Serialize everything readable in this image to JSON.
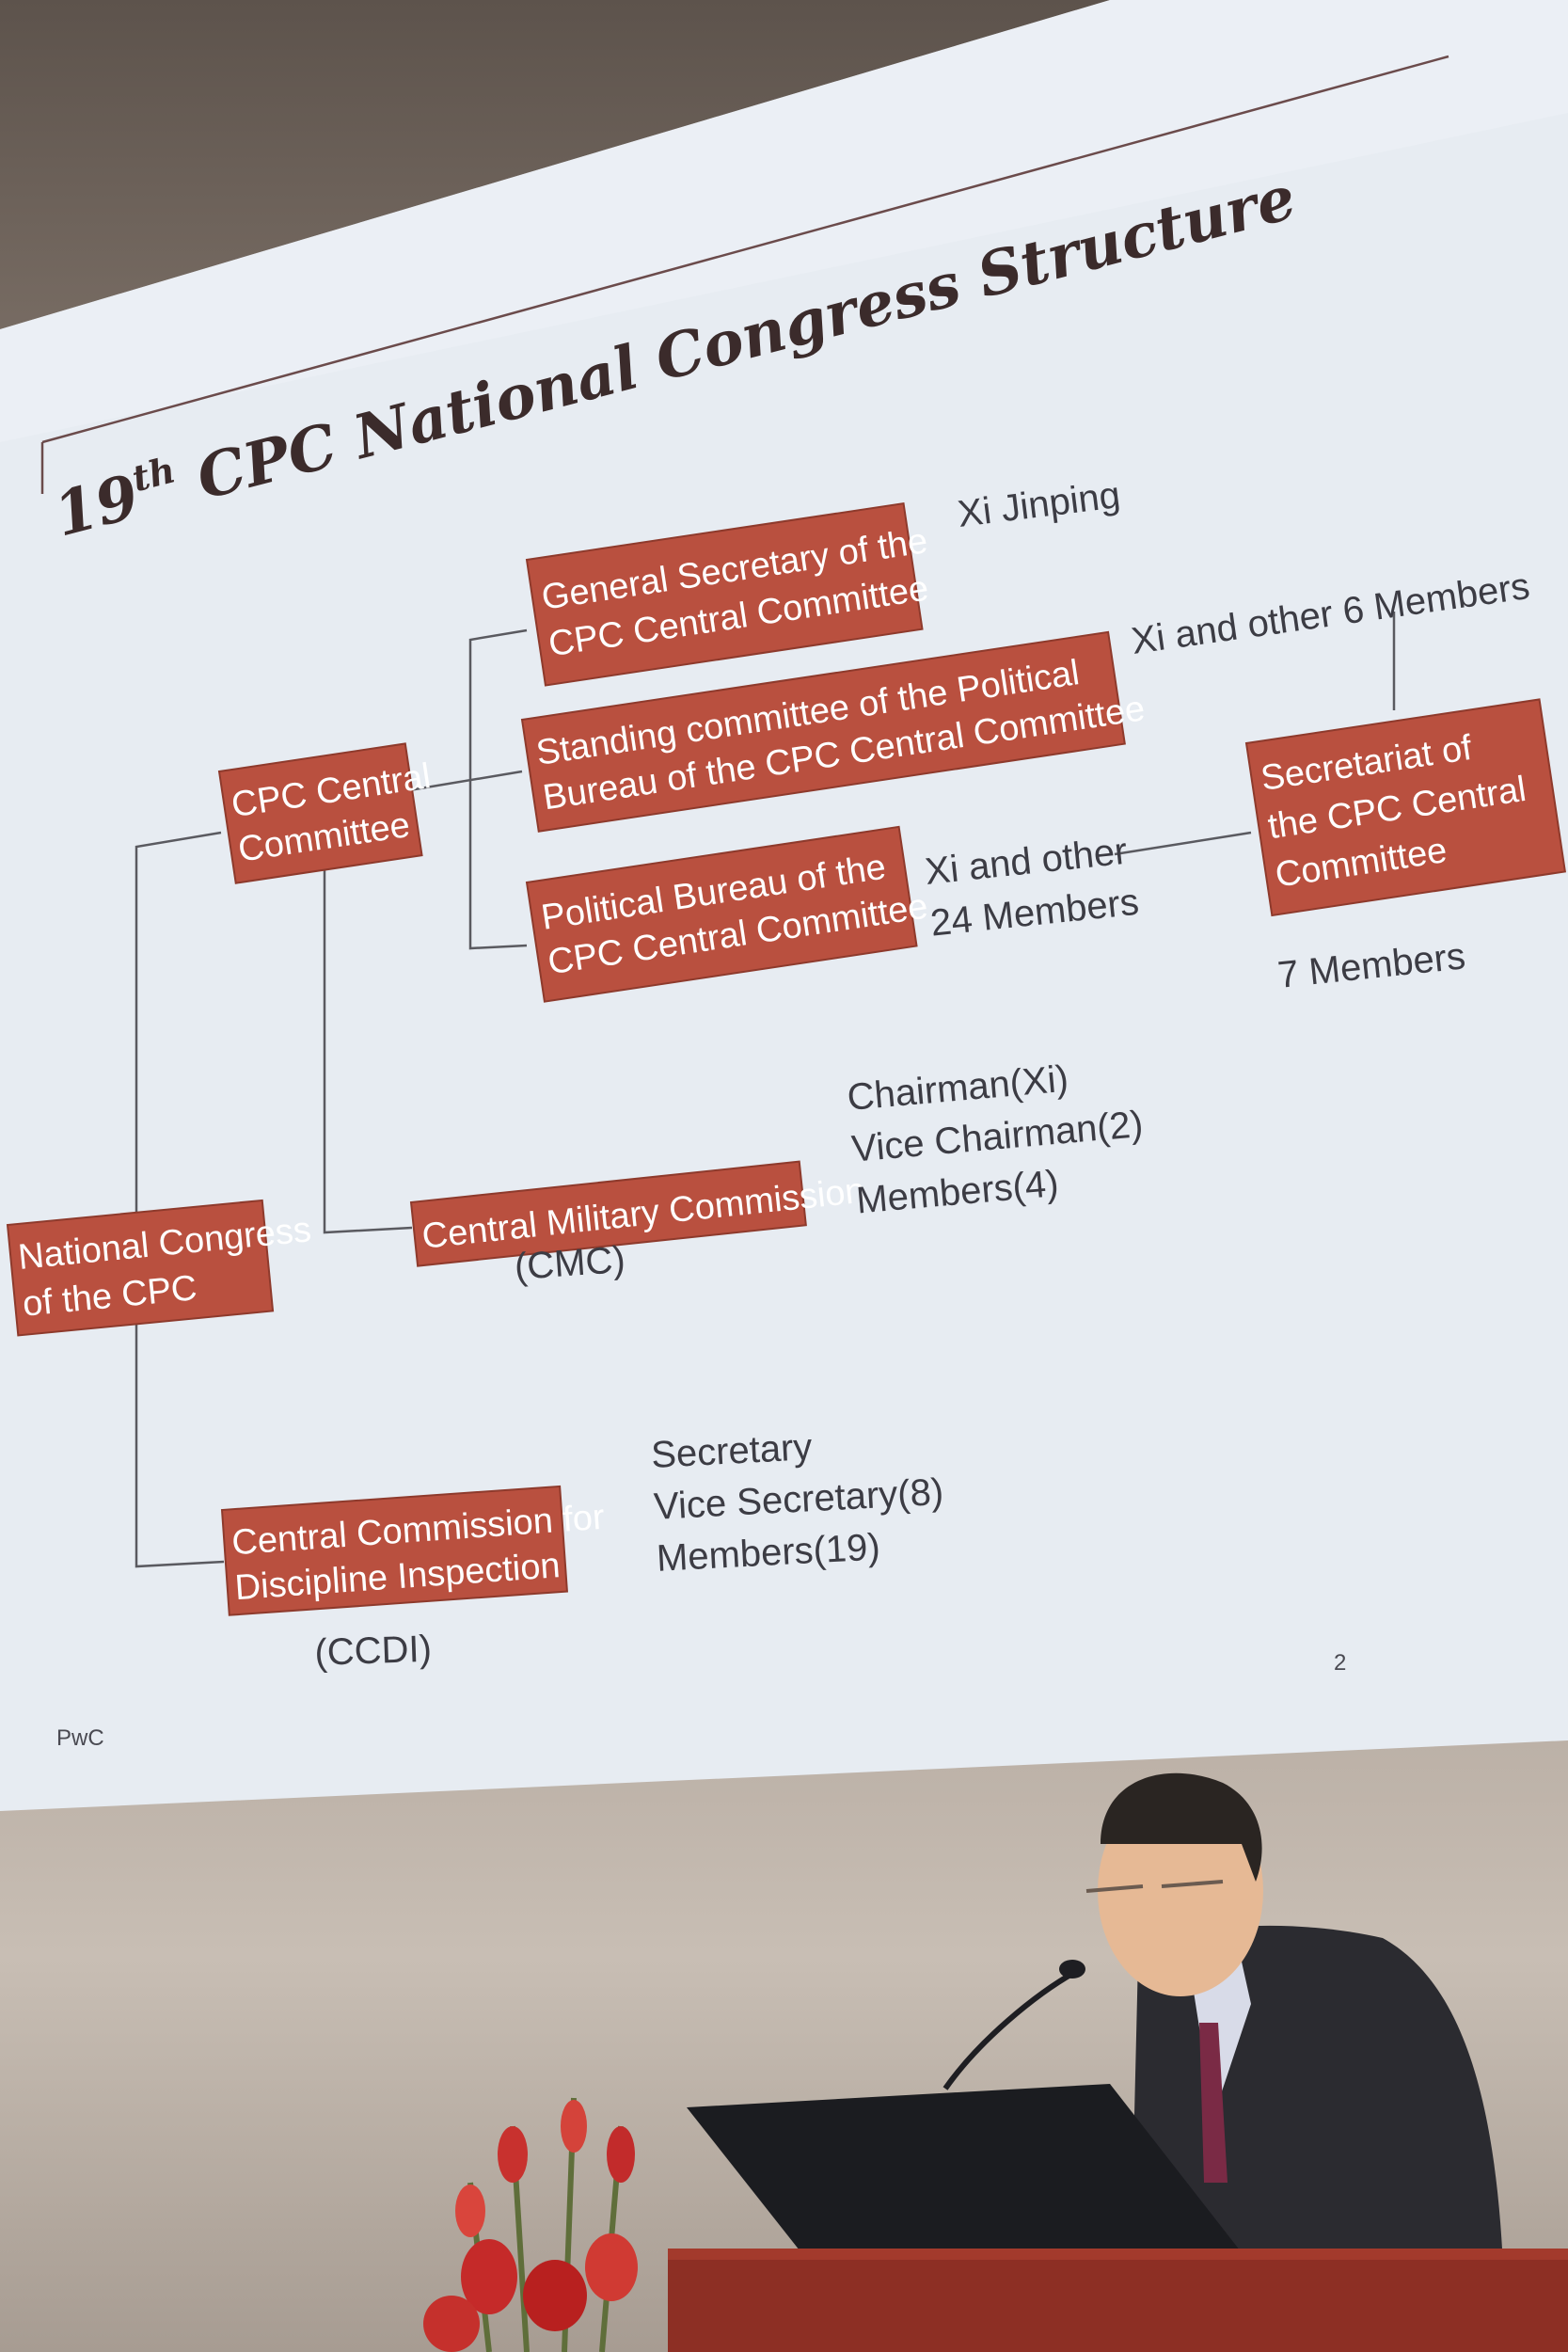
{
  "slide": {
    "title": "19th CPC National Congress Structure",
    "title_main": "19",
    "title_sup": "th",
    "title_rest": " CPC National Congress Structure",
    "footer_left": "PwC",
    "page_number": "2"
  },
  "boxes": {
    "general_secretary": [
      "General Secretary of the",
      "CPC Central Committee"
    ],
    "standing_committee": [
      "Standing committee of the Political",
      "Bureau of the CPC Central Committee"
    ],
    "political_bureau": [
      "Political Bureau of the",
      "CPC Central Committee"
    ],
    "cpc_central": [
      "CPC Central",
      "Committee"
    ],
    "secretariat": [
      "Secretariat of",
      "the CPC Central",
      "Committee"
    ],
    "cmc": [
      "Central Military Commission"
    ],
    "national_congress": [
      "National Congress",
      "of the CPC"
    ],
    "ccdi": [
      "Central Commission for",
      "Discipline Inspection"
    ]
  },
  "notes": {
    "xi_jinping": "Xi Jinping",
    "xi_other_6": "Xi and other 6 Members",
    "xi_other_24": [
      "Xi and other",
      "24 Members"
    ],
    "seven_members": "7 Members",
    "cmc_members": [
      "Chairman(Xi)",
      "Vice Chairman(2)",
      "Members(4)"
    ],
    "cmc_abbr": "(CMC)",
    "ccdi_members": [
      "Secretary",
      "Vice Secretary(8)",
      "Members(19)"
    ],
    "ccdi_abbr": "(CCDI)"
  }
}
